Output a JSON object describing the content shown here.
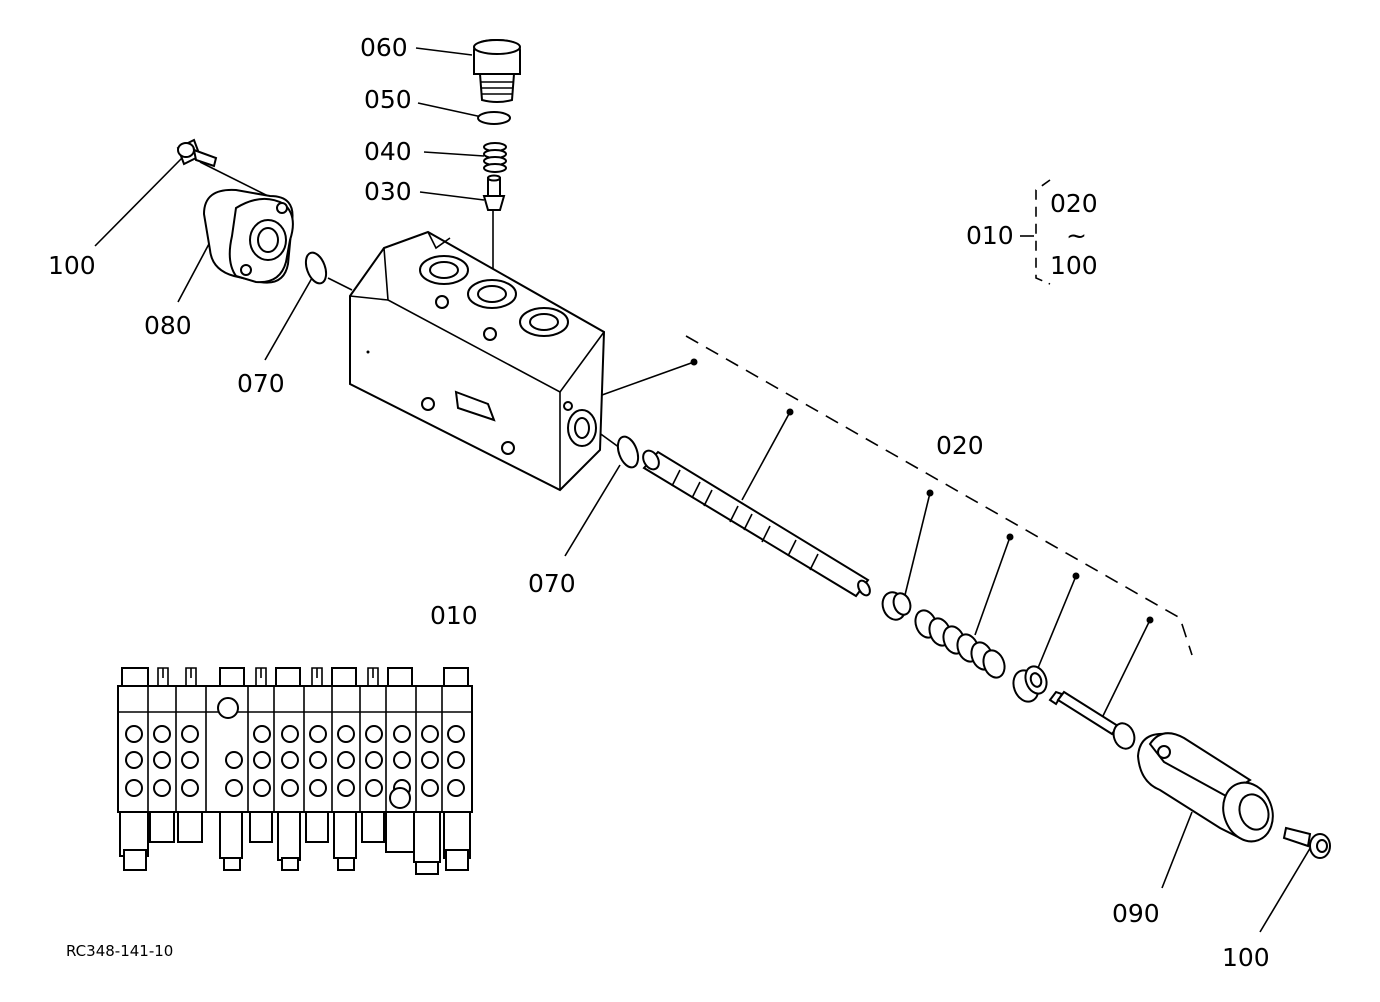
{
  "drawing_code": "RC348-141-10",
  "labels": {
    "p060": "060",
    "p050": "050",
    "p040": "040",
    "p030": "030",
    "p100_left": "100",
    "p080": "080",
    "p070_upper": "070",
    "p070_lower": "070",
    "p020": "020",
    "p010_inset": "010",
    "p090": "090",
    "p100_right": "100"
  },
  "legend": {
    "assembly": "010",
    "range_start": "020",
    "range_sep": "~",
    "range_end": "100"
  }
}
